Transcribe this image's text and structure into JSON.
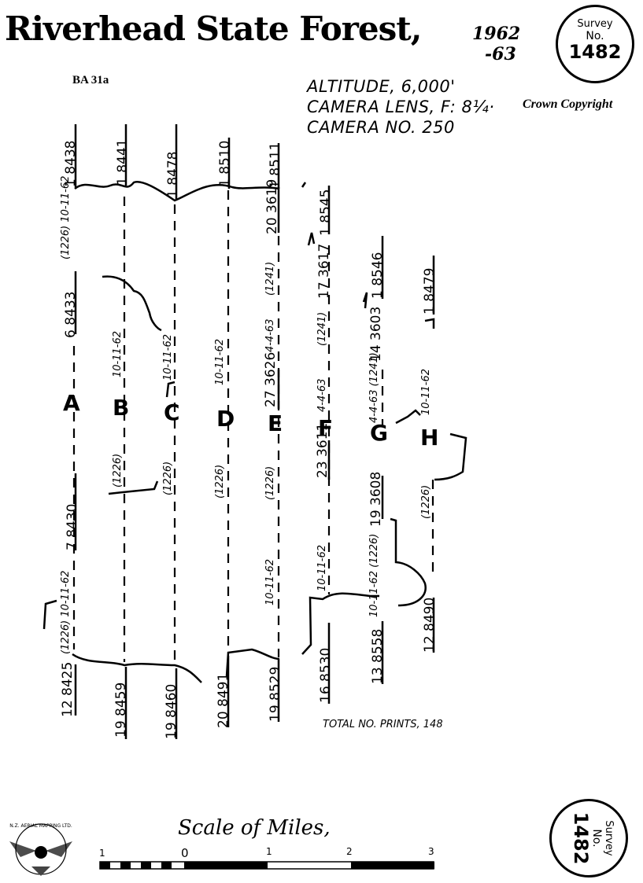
{
  "header": {
    "title": "Riverhead State Forest",
    "title_sep": ",",
    "year_line1": "1962",
    "year_line2": "-63",
    "ref": "BA 31a",
    "altitude": "ALTITUDE, 6,000'",
    "lens": "CAMERA LENS, F: 8¼·",
    "camera": "CAMERA NO. 250",
    "copyright": "Crown Copyright"
  },
  "survey_stamp": {
    "word": "Survey",
    "no": "No.",
    "number": "1482"
  },
  "footer": {
    "total_prints": "TOTAL NO. PRINTS, 148",
    "scale_label": "Scale of Miles,",
    "scale_ticks": [
      "1",
      "0",
      "1",
      "2",
      "3"
    ],
    "logo_text": "N.Z. AERIAL MAPPING LTD."
  },
  "runs": [
    {
      "letter": "A",
      "top_count": "1",
      "top_photo": "8438",
      "mid_count": "6",
      "mid_photo": "8433",
      "mid_sortie": "(1226) 10-11-62",
      "low_count": "7",
      "low_photo": "8430",
      "low_sortie": "(1226) 10-11-62",
      "bot_count": "12",
      "bot_photo": "8425"
    },
    {
      "letter": "B",
      "top_count": "1",
      "top_photo": "8441",
      "date_upper": "10-11-62",
      "sortie_lower": "(1226)",
      "bot_count": "19",
      "bot_photo": "8459"
    },
    {
      "letter": "C",
      "top_count": "1",
      "top_photo": "8478",
      "date_upper": "10-11-62",
      "sortie_lower": "(1226)",
      "bot_count": "19",
      "bot_photo": "8460"
    },
    {
      "letter": "D",
      "top_count": "1",
      "top_photo": "8510",
      "date_upper": "10-11-62",
      "sortie_lower": "(1226)",
      "bot_count": "20",
      "bot_photo": "8491"
    },
    {
      "letter": "E",
      "top_count": "1",
      "top_photo": "8511",
      "upper_count": "20",
      "upper_photo": "3619",
      "mid_sortie": "(1241)",
      "mid_date": "4-4-63",
      "mid_count": "27",
      "mid_photo": "3626",
      "sortie_lower": "(1226)",
      "date_lower": "10-11-62",
      "bot_count": "19",
      "bot_photo": "8529"
    },
    {
      "letter": "F",
      "top_count": "1",
      "top_photo": "8545",
      "upper_count": "17",
      "upper_photo": "3617",
      "mid_sortie": "(1241)",
      "mid_date": "4-4-63",
      "mid_count": "23",
      "mid_photo": "3611",
      "date_lower": "10-11-62",
      "bot_count": "16",
      "bot_photo": "8530"
    },
    {
      "letter": "G",
      "top_count": "1",
      "top_photo": "8546",
      "upper_count": "14",
      "upper_photo": "3603",
      "mid_sortie": "4-4-63 (1241)",
      "mid_count": "19",
      "mid_photo": "3608",
      "sortie_lower": "10-11-62 (1226)",
      "bot_count": "13",
      "bot_photo": "8558"
    },
    {
      "letter": "H",
      "top_count": "1",
      "top_photo": "8479",
      "date_upper": "10-11-62",
      "sortie_lower": "(1226)",
      "bot_count": "12",
      "bot_photo": "8490"
    }
  ]
}
